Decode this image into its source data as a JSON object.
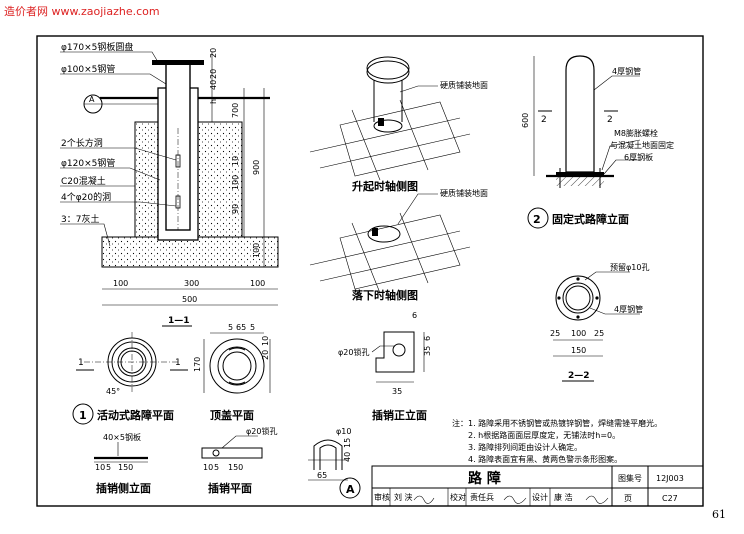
{
  "watermark": "造价者网 www.zaojiazhe.com",
  "page_number": "61",
  "section_1_1": {
    "labels": {
      "disc": "φ170×5钢板圆盘",
      "pipe": "φ100×5钢管",
      "holes": "2个长方洞",
      "sleeve": "φ120×5钢管",
      "concrete": "C20混凝土",
      "four_holes": "4个φ20的洞",
      "lime": "3：7灰土"
    },
    "dims_v": {
      "d20": "20",
      "d20b": "20",
      "d40": "40",
      "h": "h",
      "d700": "700",
      "d10": "10",
      "d100": "100",
      "d90": "90",
      "d900": "900",
      "d100b": "100"
    },
    "dims_h": {
      "a": "100",
      "b": "300",
      "c": "100",
      "total": "500"
    },
    "tag": "1—1",
    "ref": "A"
  },
  "iso_up": {
    "label": "硬质铺装地面",
    "title": "升起时轴侧图"
  },
  "iso_down": {
    "label": "硬质铺装地面",
    "title": "落下时轴侧图"
  },
  "fixed": {
    "pipe": "4厚钢管",
    "bolt1": "M8膨胀螺栓",
    "bolt2": "与混凝土地面固定",
    "plate": "6厚钢板",
    "h600": "600",
    "cut": "2",
    "num": "2",
    "title": "固定式路障立面"
  },
  "sec22": {
    "hole": "预留φ10孔",
    "pipe": "4厚钢管",
    "d25a": "25",
    "d100": "100",
    "d25b": "25",
    "d150": "150",
    "tag": "2—2"
  },
  "plan1": {
    "num": "1",
    "title": "活动式路障平面",
    "cut_left": "1",
    "cut_right": "1",
    "angle": "45°"
  },
  "cap": {
    "title": "顶盖平面",
    "d5": "5",
    "d65": "65",
    "d5b": "5",
    "d20": "20",
    "d10": "10",
    "d170": "170"
  },
  "pin_front": {
    "title": "插销正立面",
    "hole": "φ20锁孔",
    "d6": "6",
    "d6b": "6",
    "d35": "35",
    "d35b": "35"
  },
  "pin_side": {
    "title": "插销侧立面",
    "plate": "40×5钢板",
    "d10": "10",
    "d5": "5",
    "d150": "150"
  },
  "pin_plan": {
    "title": "插销平面",
    "hole": "φ20锁孔",
    "d10": "10",
    "d5": "5",
    "d150": "150"
  },
  "detail_a": {
    "dia": "φ10",
    "d65": "65",
    "d15": "15",
    "d40": "40",
    "ref": "A"
  },
  "notes": {
    "head": "注：",
    "items": [
      "1. 路障采用不锈钢管或热镀锌钢管，焊缝需锉平磨光。",
      "2. h根据路面面层厚度定，无铺法时h=0。",
      "3. 路障排列间距由设计人确定。",
      "4. 路障表面宜有黑、黄两色警示条形图案。"
    ]
  },
  "title_block": {
    "title": "路 障",
    "atlas_label": "图集号",
    "atlas": "12J003",
    "page_label": "页",
    "page": "C27",
    "sign": [
      "审核",
      "刘 浃",
      "校对",
      "责任兵",
      "设计",
      "康 浩"
    ]
  }
}
